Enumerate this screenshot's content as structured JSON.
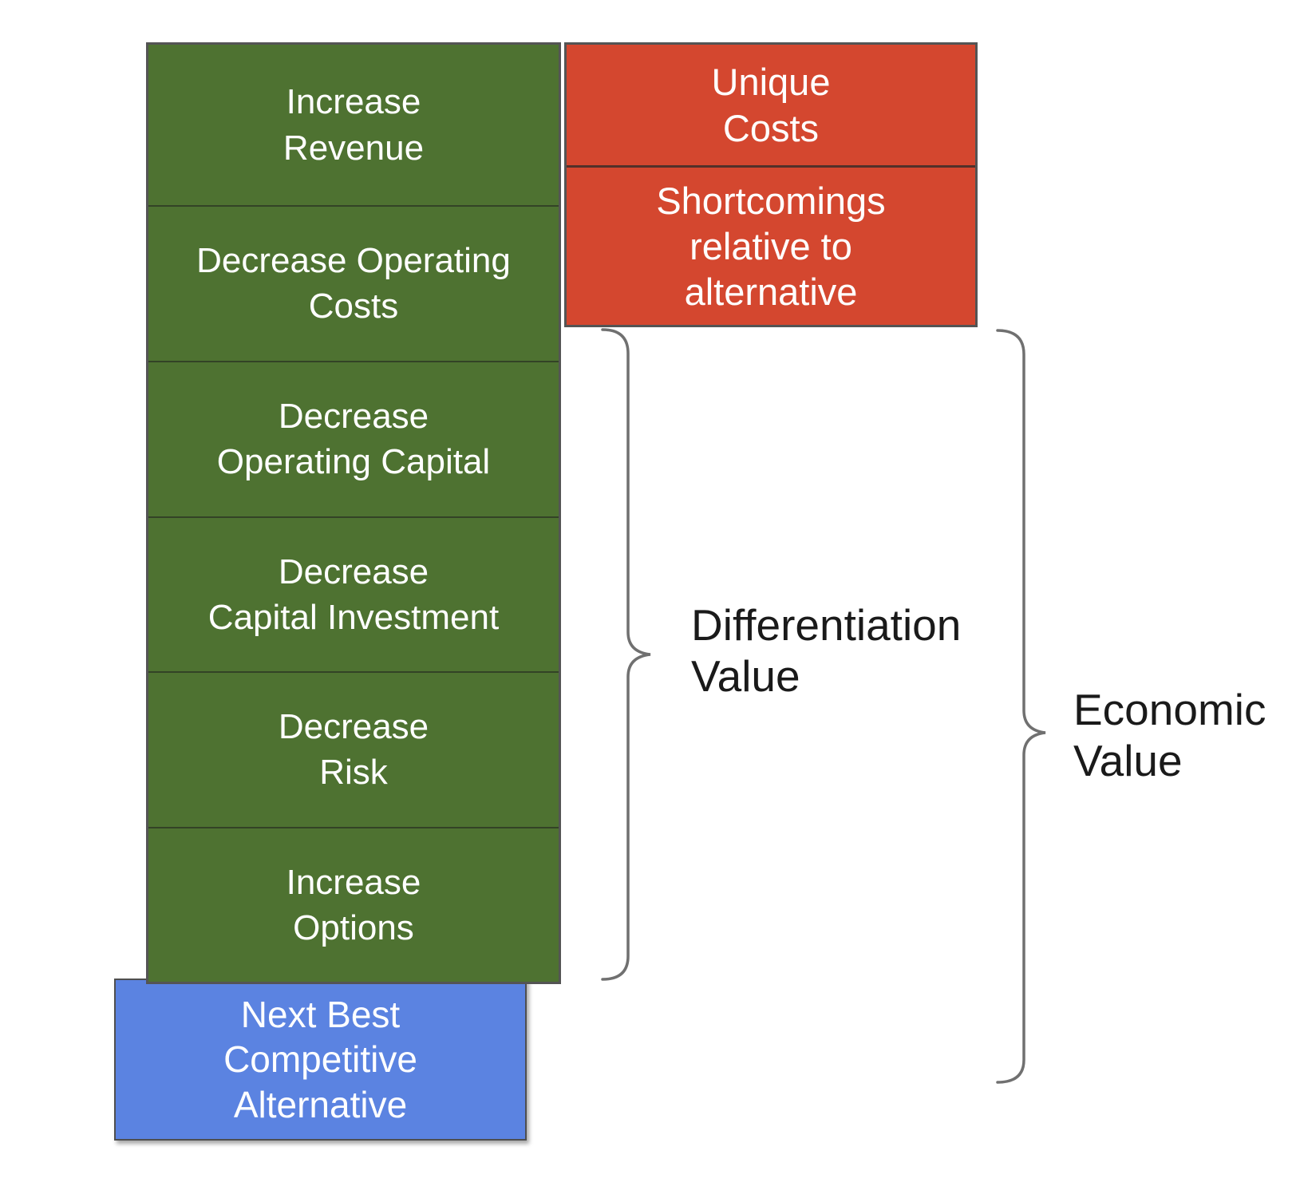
{
  "diagram": {
    "green_column": {
      "segments": [
        {
          "label": "Increase\nRevenue"
        },
        {
          "label": "Decrease Operating\nCosts"
        },
        {
          "label": "Decrease\nOperating Capital"
        },
        {
          "label": "Decrease\nCapital Investment"
        },
        {
          "label": "Decrease\nRisk"
        },
        {
          "label": "Increase\nOptions"
        }
      ]
    },
    "cost_column": {
      "segments": [
        {
          "label": "Unique\nCosts"
        },
        {
          "label": "Shortcomings\nrelative to\nalternative"
        }
      ]
    },
    "baseline_box": {
      "label": "Next Best\nCompetitive\nAlternative"
    },
    "annotations": {
      "differentiation_value": "Differentiation\nValue",
      "economic_value": "Economic\nValue"
    },
    "colors": {
      "value_driver_green": "#4e7231",
      "cost_red": "#d4472f",
      "alternative_blue": "#5b83e1",
      "box_border": "#545454",
      "brace_gray": "#707070",
      "annotation_text": "#1a1a1a",
      "box_text": "#ffffff"
    }
  }
}
